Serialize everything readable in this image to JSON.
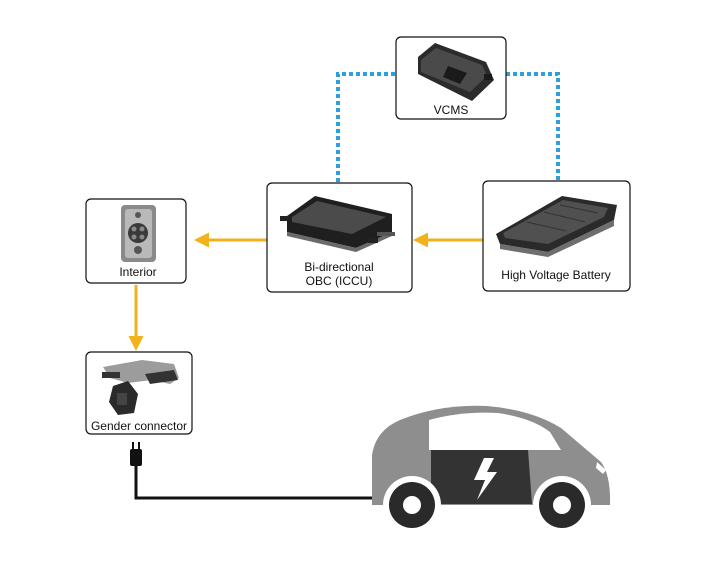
{
  "diagram": {
    "colors": {
      "data_link": "#2f9fdc",
      "power_flow": "#f2b21c",
      "charge_cable": "#111111",
      "box_border": "#111111",
      "car_body": "#8e8e8e",
      "car_dark": "#333333"
    },
    "nodes": {
      "vcms": {
        "label": "VCMS",
        "icon": "vcms-module-icon"
      },
      "obc": {
        "label_line1": "Bi-directional",
        "label_line2": "OBC (ICCU)",
        "icon": "obc-module-icon"
      },
      "battery": {
        "label": "High Voltage Battery",
        "icon": "battery-pack-icon"
      },
      "interior": {
        "label": "Interior",
        "icon": "interior-socket-icon"
      },
      "gender": {
        "label": "Gender connector",
        "icon": "gender-connector-icon"
      }
    },
    "car_icon": "electric-car-icon",
    "plug_icon": "plug-icon"
  }
}
